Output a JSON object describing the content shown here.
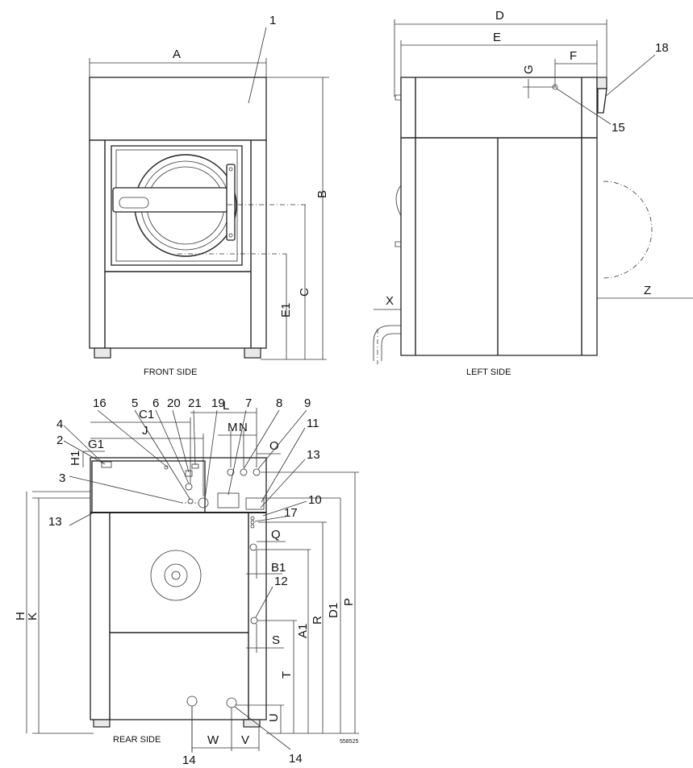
{
  "views": {
    "front": {
      "caption": "FRONT SIDE"
    },
    "left": {
      "caption": "LEFT SIDE"
    },
    "rear": {
      "caption": "REAR SIDE"
    }
  },
  "drawing_number": "558525",
  "dimension_labels": {
    "A": "A",
    "B": "B",
    "C": "C",
    "E1": "E1",
    "D": "D",
    "E": "E",
    "F": "F",
    "G": "G",
    "X": "X",
    "Z": "Z",
    "C1": "C1",
    "J": "J",
    "L": "L",
    "M": "M",
    "N": "N",
    "O": "O",
    "G1": "G1",
    "H1": "H1",
    "H": "H",
    "K": "K",
    "Q": "Q",
    "B1": "B1",
    "S": "S",
    "T": "T",
    "U": "U",
    "A1": "A1",
    "R": "R",
    "D1": "D1",
    "P": "P",
    "W": "W",
    "V": "V"
  },
  "callouts": {
    "c1": "1",
    "c2": "2",
    "c3": "3",
    "c4": "4",
    "c5": "5",
    "c6": "6",
    "c7": "7",
    "c8": "8",
    "c9": "9",
    "c10": "10",
    "c11": "11",
    "c12": "12",
    "c13a": "13",
    "c13b": "13",
    "c14a": "14",
    "c14b": "14",
    "c15": "15",
    "c16": "16",
    "c17": "17",
    "c18": "18",
    "c19": "19",
    "c20": "20",
    "c21": "21"
  }
}
